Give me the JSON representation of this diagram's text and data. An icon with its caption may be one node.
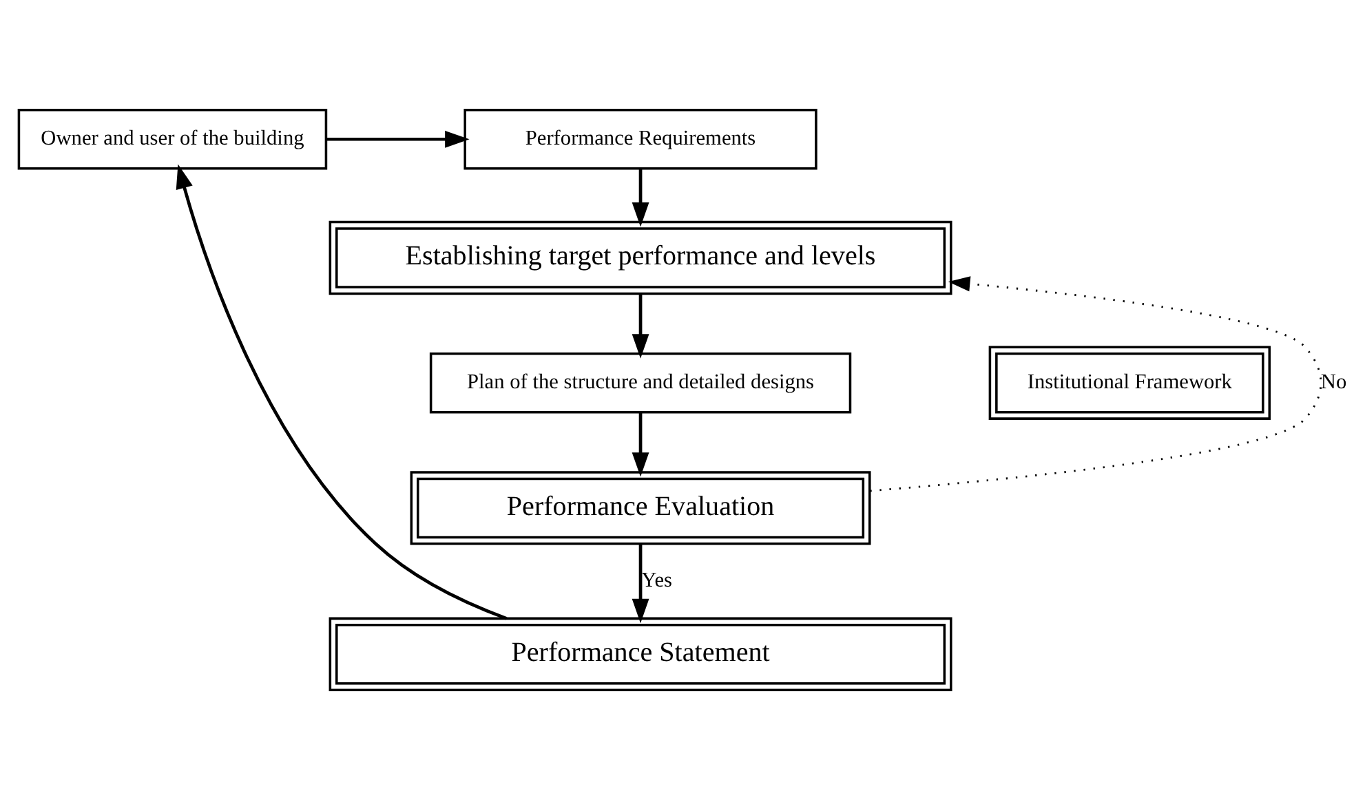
{
  "diagram": {
    "nodes": [
      {
        "text": [
          "Owner and user of the building"
        ]
      },
      {
        "text": [
          "Performance Requirements"
        ]
      },
      {
        "text": [
          "Establishing target performance and levels"
        ]
      },
      {
        "text": [
          "Plan of the structure and detailed designs"
        ]
      },
      {
        "text": [
          "Performance Evaluation"
        ]
      },
      {
        "text": [
          "Performance Statement"
        ]
      },
      {
        "text": [
          "Institutional Framework"
        ]
      }
    ],
    "edges": [
      {
        "from": 0,
        "to": 1,
        "arrow": "to"
      },
      {
        "from": 1,
        "to": 2,
        "arrow": "to"
      },
      {
        "from": 2,
        "to": 3,
        "arrow": "to"
      },
      {
        "from": 3,
        "to": 4,
        "arrow": "to"
      },
      {
        "from": 4,
        "to": 2,
        "arrow": "to",
        "label": "No",
        "style": "dashed"
      },
      {
        "from": 4,
        "to": 5,
        "arrow": "to",
        "label": "Yes"
      },
      {
        "from": 5,
        "to": 0,
        "arrow": "to"
      }
    ]
  }
}
